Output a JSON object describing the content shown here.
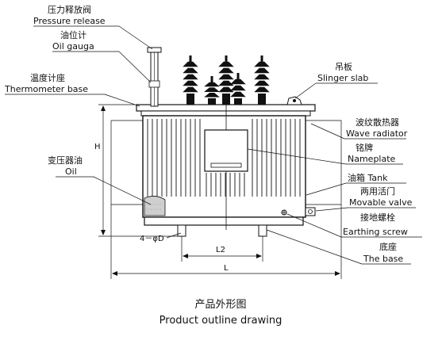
{
  "labels": {
    "pressure_release_cn": "压力释放阀",
    "pressure_release_en": "Pressure release",
    "oil_gauge_cn": "油位计",
    "oil_gauge_en": "Oil gauga",
    "thermometer_cn": "温度计座",
    "thermometer_en": "Thermometer base",
    "oil_cn": "变压器油",
    "oil_en": "Oil",
    "slinger_cn": "吊板",
    "slinger_en": "Slinger slab",
    "radiator_cn": "波纹散热器",
    "radiator_en": "Wave radiator",
    "nameplate_cn": "铭牌",
    "nameplate_en": "Nameplate",
    "tank": "油箱 Tank",
    "valve_cn": "两用活门",
    "valve_en": "Movable valve",
    "earthing_cn": "接地螺栓",
    "earthing_en": "Earthing screw",
    "base_cn": "底座",
    "base_en": "The base"
  },
  "dimensions": {
    "height": "H",
    "hole": "4－φD",
    "l2": "L2",
    "l": "L"
  },
  "caption": {
    "cn": "产品外形图",
    "en": "Product outline drawing"
  }
}
